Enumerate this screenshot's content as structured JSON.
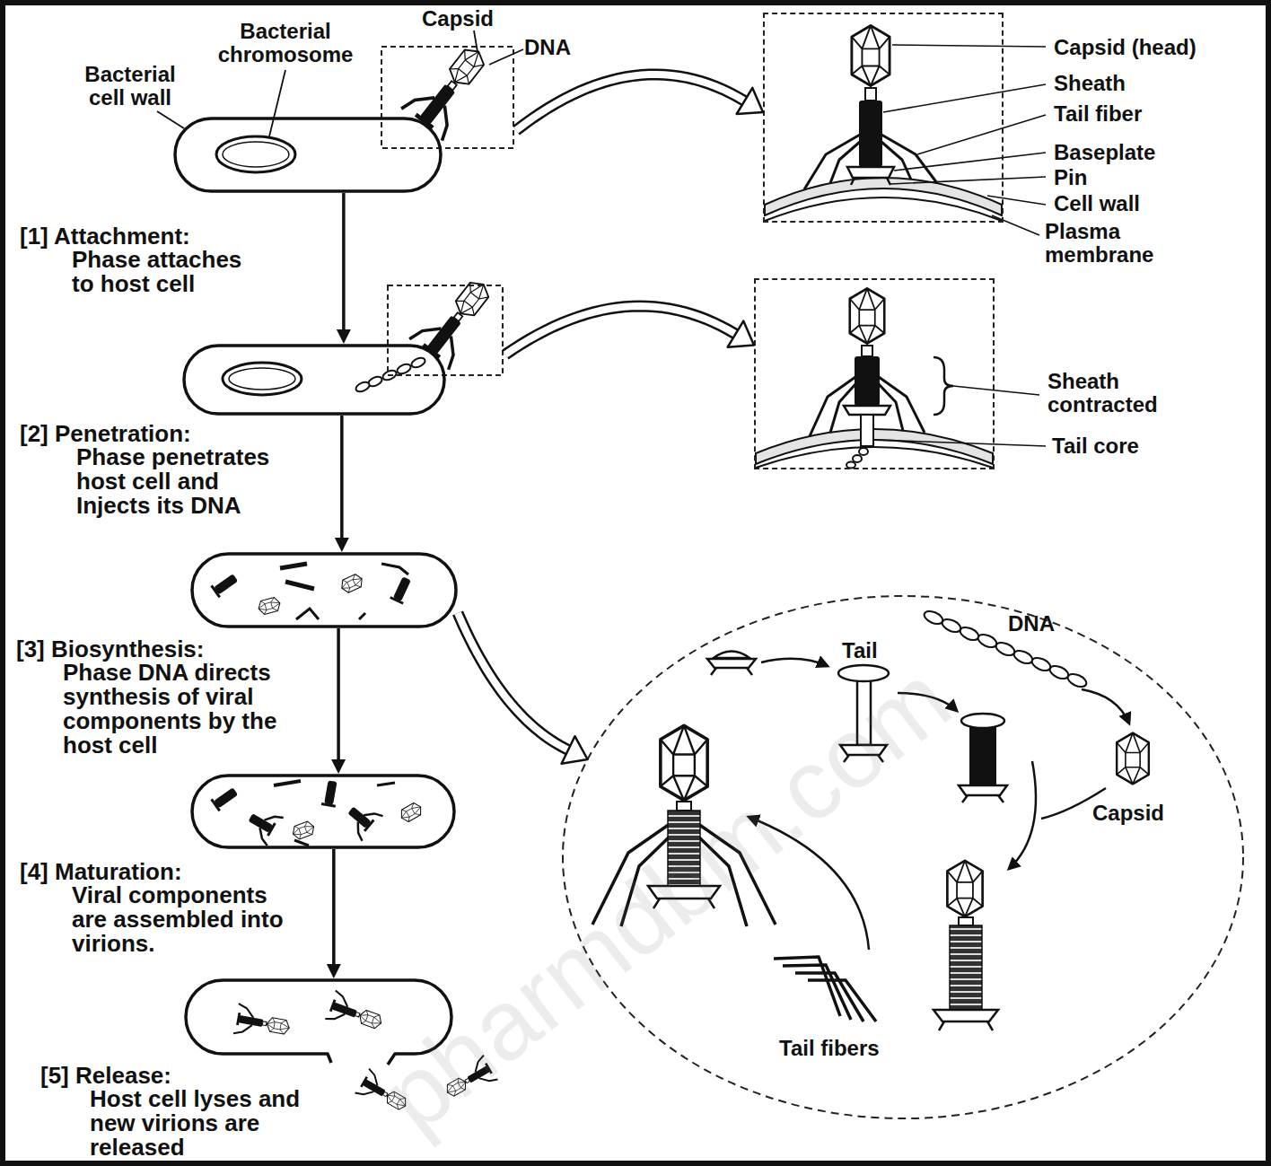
{
  "diagram": {
    "nodes": [
      {
        "text": [
          "[1] Attachment:",
          "Phase attaches to host cell"
        ]
      },
      {
        "text": [
          "[2] Penetration:",
          "Phase penetrates host cell and Injects its DNA"
        ]
      },
      {
        "text": [
          "[3] Biosynthesis:",
          "Phase DNA directs synthesis of viral components by the host cell"
        ]
      },
      {
        "text": [
          "[4] Maturation:",
          "Viral components are assembled into virions."
        ]
      },
      {
        "text": [
          "[5] Release:",
          "Host cell lyses and new virions are released"
        ]
      },
      {
        "text": [
          "Capsid (head)",
          "Sheath",
          "Tail fiber",
          "Baseplate",
          "Pin",
          "Cell wall",
          "Plasma membrane"
        ]
      },
      {
        "text": [
          "Sheath contracted",
          "Tail core"
        ]
      },
      {
        "text": [
          "DNA",
          "Tail",
          "Capsid",
          "Tail fibers"
        ]
      }
    ],
    "edges": [
      {
        "from": 0,
        "to": 1,
        "arrow": "to"
      },
      {
        "from": 1,
        "to": 2,
        "arrow": "to"
      },
      {
        "from": 2,
        "to": 3,
        "arrow": "to"
      },
      {
        "from": 3,
        "to": 4,
        "arrow": "to"
      },
      {
        "from": 0,
        "to": 5,
        "arrow": "to"
      },
      {
        "from": 1,
        "to": 6,
        "arrow": "to"
      },
      {
        "from": 2,
        "to": 7,
        "arrow": "to"
      }
    ],
    "labels": [
      "Bacterial cell wall",
      "Bacterial chromosome",
      "Capsid",
      "DNA",
      "pharmdbm.com"
    ]
  }
}
